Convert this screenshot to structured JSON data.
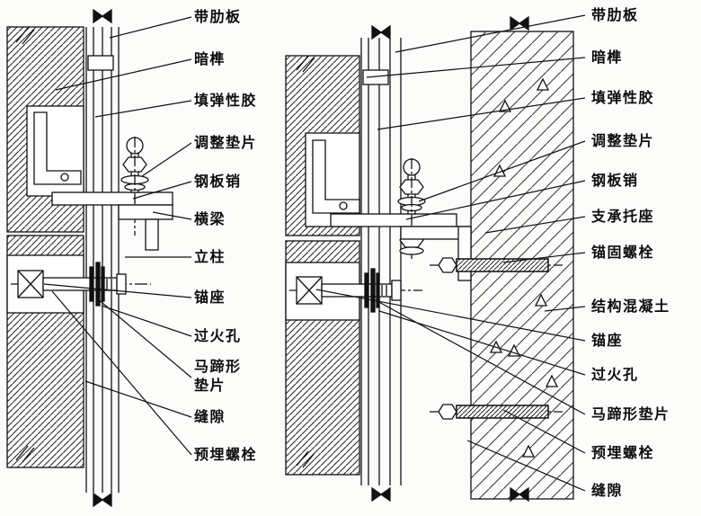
{
  "figure": {
    "description": "curtain-wall panel connection details, two sections with callout labels",
    "colors": {
      "line": "#111111",
      "background": "#fcfcfa"
    }
  },
  "diagram": {
    "left_labels": [
      "带肋板",
      "暗榫",
      "填弹性胶",
      "调整垫片",
      "钢板销",
      "横梁",
      "立柱",
      "锚座",
      "过火孔",
      "马蹄形\n垫片",
      "缝隙",
      "预埋螺栓"
    ],
    "right_labels": [
      "带肋板",
      "暗榫",
      "填弹性胶",
      "调整垫片",
      "钢板销",
      "支承托座",
      "锚固螺栓",
      "结构混凝土",
      "锚座",
      "过火孔",
      "马蹄形垫片",
      "预埋螺栓",
      "缝隙"
    ]
  }
}
